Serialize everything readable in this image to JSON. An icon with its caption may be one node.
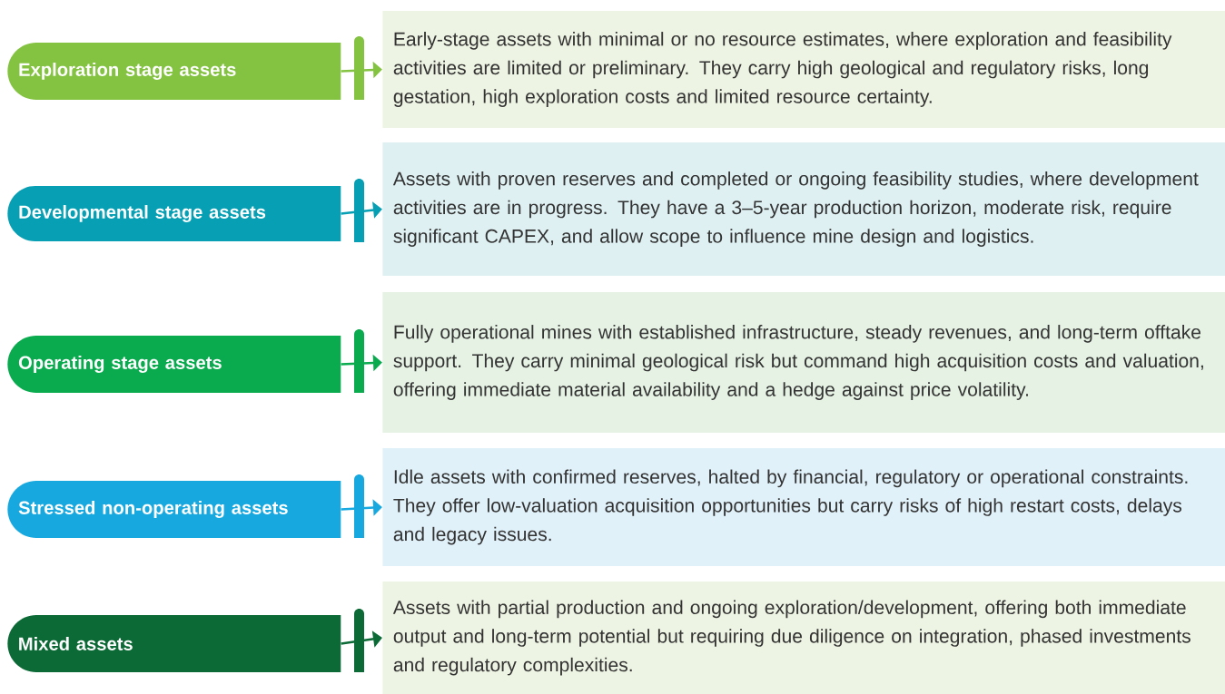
{
  "diagram": {
    "nodes": [
      {
        "text": [
          "Exploration stage assets"
        ]
      },
      {
        "text": [
          "Early-stage assets with minimal or no resource estimates, where exploration and feasibility activities are limited or preliminary. They carry high geological and regulatory risks, long gestation, high exploration costs and limited resource certainty."
        ]
      },
      {
        "text": [
          "Developmental stage assets"
        ]
      },
      {
        "text": [
          "Assets with proven reserves and completed or ongoing feasibility studies, where development activities are in progress. They have a 3–5-year production horizon, moderate risk, require significant CAPEX, and allow scope to influence mine design and logistics."
        ]
      },
      {
        "text": [
          "Operating stage assets"
        ]
      },
      {
        "text": [
          "Fully operational mines with established infrastructure, steady revenues, and long-term offtake support. They carry minimal geological risk but command high acquisition costs and valuation, offering immediate material availability and a hedge against price volatility."
        ]
      },
      {
        "text": [
          "Stressed non-operating assets"
        ]
      },
      {
        "text": [
          "Idle assets with confirmed reserves, halted by financial, regulatory or operational constraints. They offer low-valuation acquisition opportunities but carry risks of high restart costs, delays and legacy issues."
        ]
      },
      {
        "text": [
          "Mixed assets"
        ]
      },
      {
        "text": [
          "Assets with partial production and ongoing exploration/development, offering both immediate output and long-term potential but requiring due diligence on integration, phased investments and regulatory complexities."
        ]
      }
    ],
    "edges": [
      {
        "from": 0,
        "to": 1,
        "arrow": "to",
        "color": "#84c341"
      },
      {
        "from": 2,
        "to": 3,
        "arrow": "to",
        "color": "#069fb4"
      },
      {
        "from": 4,
        "to": 5,
        "arrow": "to",
        "color": "#0aaa4f"
      },
      {
        "from": 6,
        "to": 7,
        "arrow": "to",
        "color": "#18a8e0"
      },
      {
        "from": 8,
        "to": 9,
        "arrow": "to",
        "color": "#0b6a35"
      }
    ]
  }
}
